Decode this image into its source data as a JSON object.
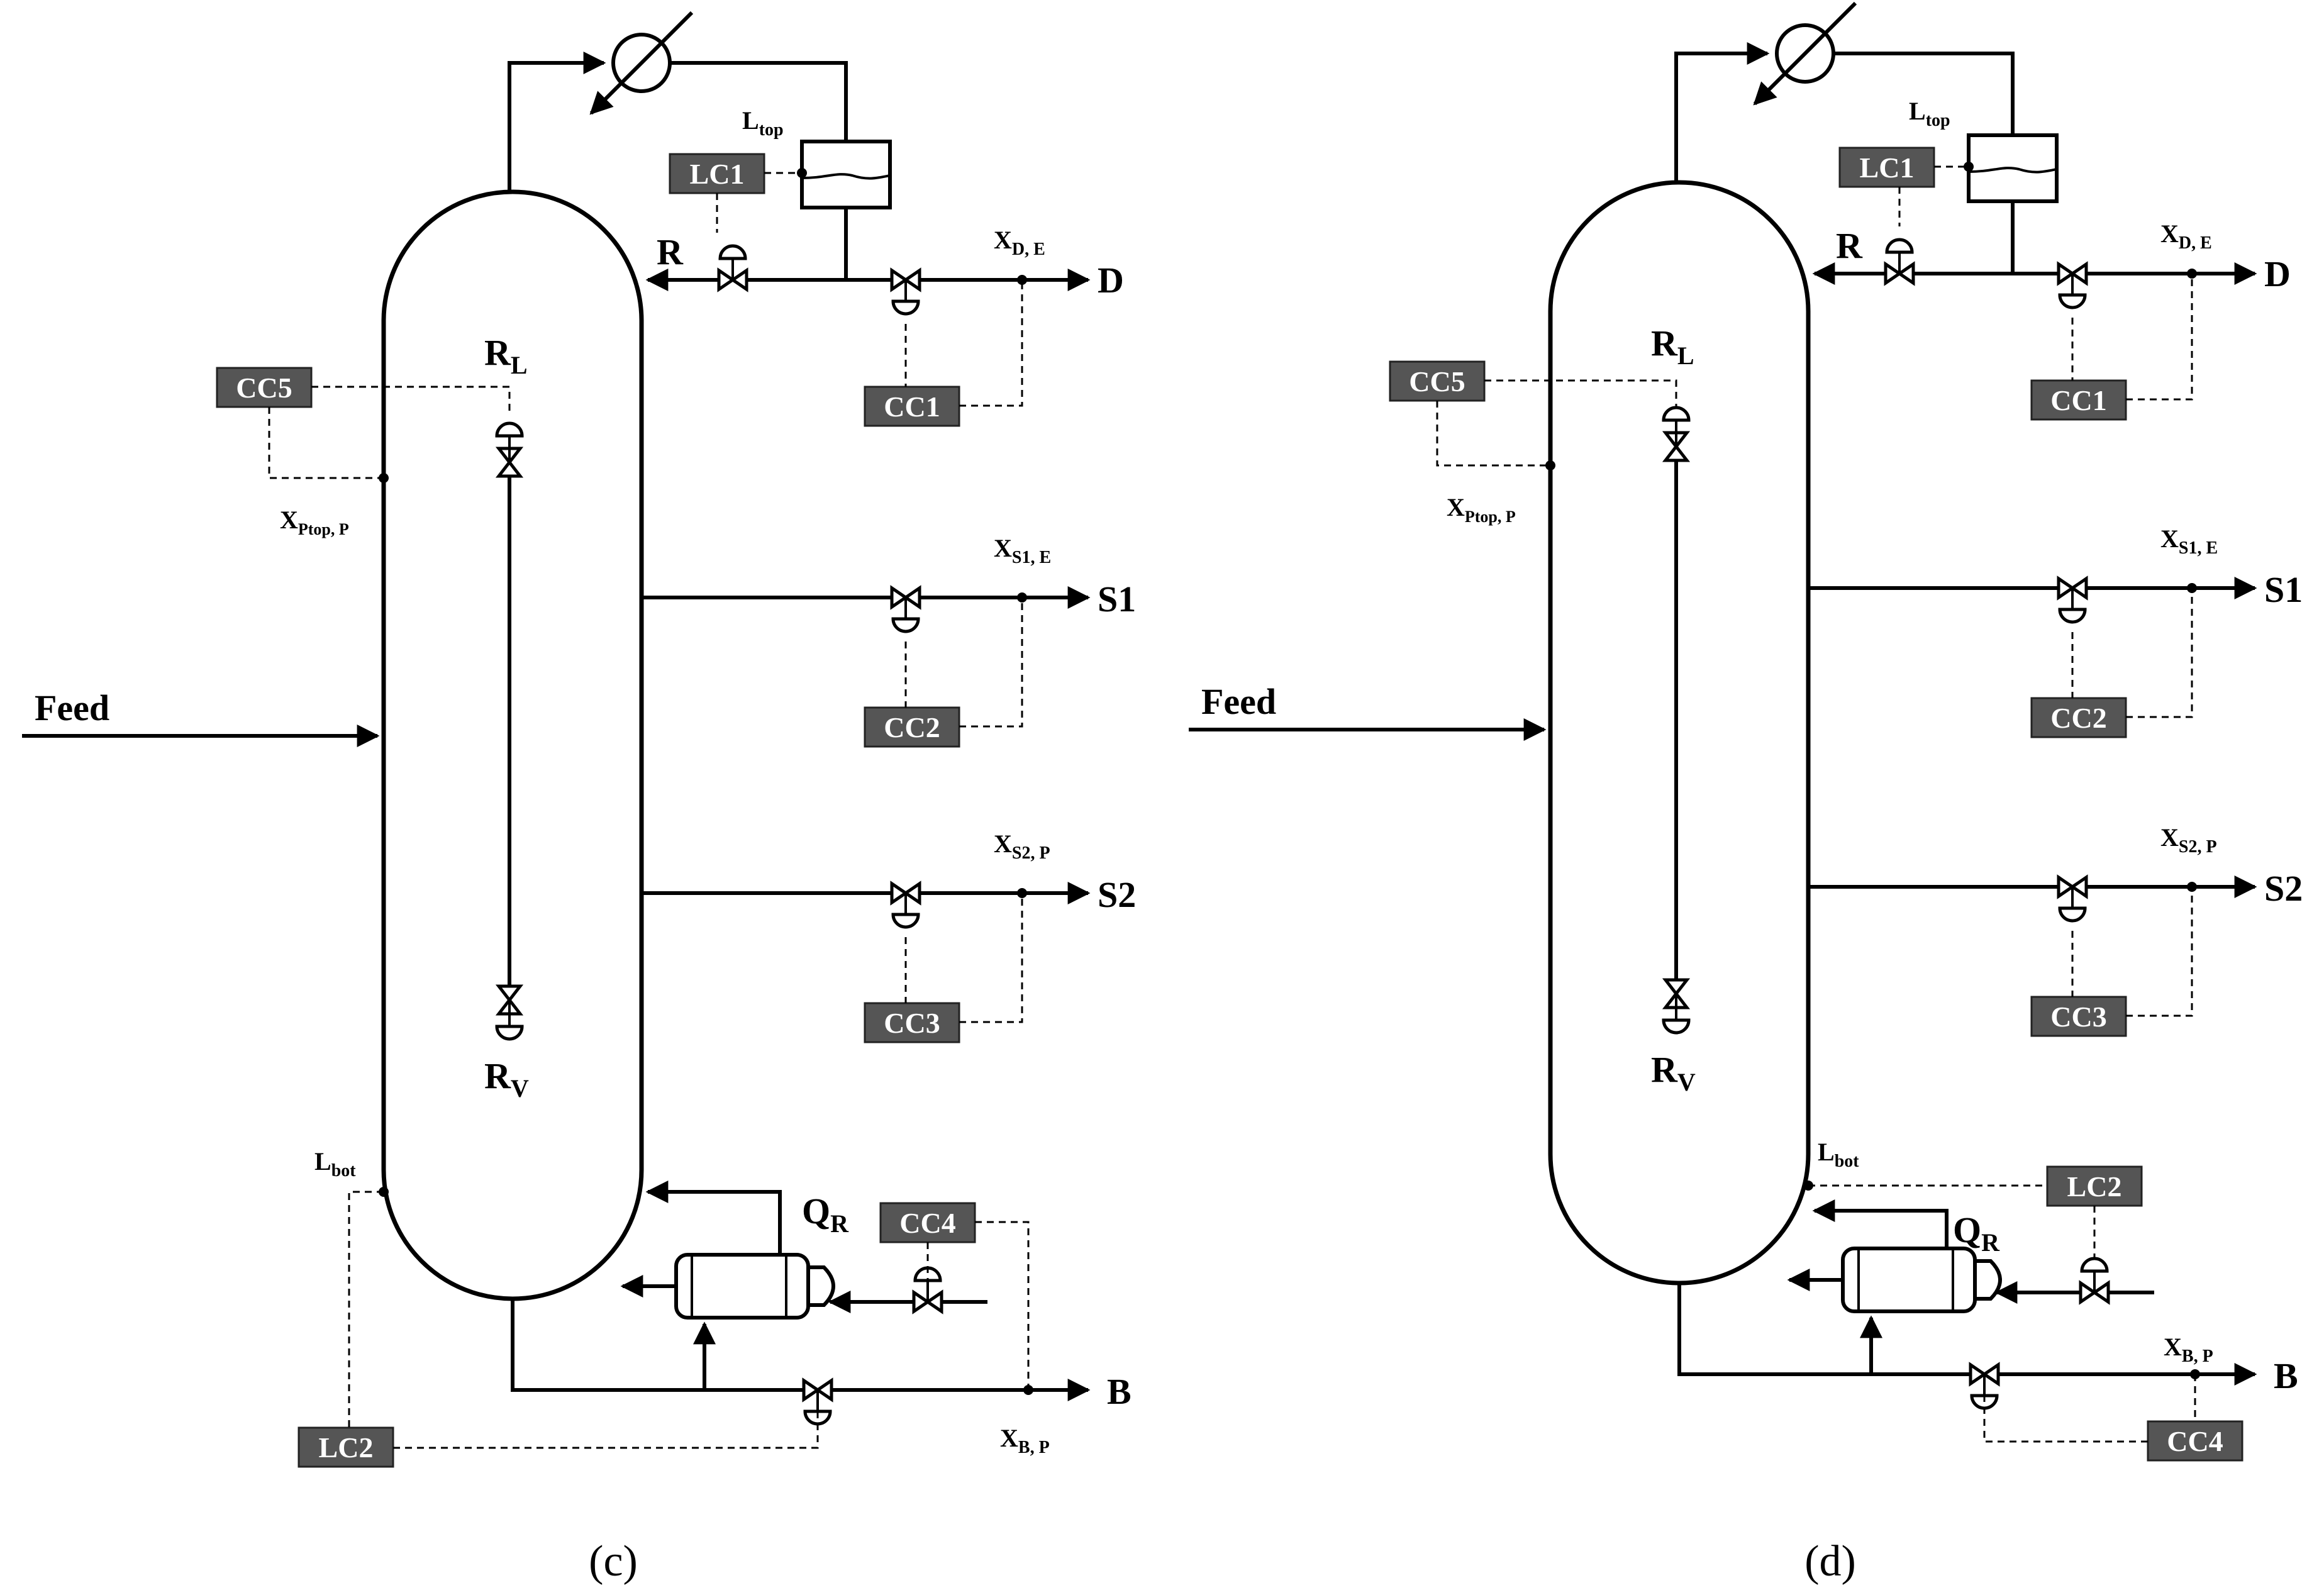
{
  "colors": {
    "controller_fill": "#555555",
    "controller_text": "#ffffff",
    "line": "#000000"
  },
  "panels": [
    {
      "id": "c",
      "caption": "(c)",
      "controllers": {
        "lc1": "LC1",
        "lc2": "LC2",
        "cc1": "CC1",
        "cc2": "CC2",
        "cc3": "CC3",
        "cc4": "CC4",
        "cc5": "CC5"
      },
      "streams": {
        "feed": "Feed",
        "reflux": "R",
        "distillate": "D",
        "side1": "S1",
        "side2": "S2",
        "bottoms": "B",
        "reboiler_duty": "Q",
        "reboiler_duty_sub": "R"
      },
      "measurements": {
        "xd": {
          "main": "X",
          "sub": "D, E"
        },
        "xs1": {
          "main": "X",
          "sub": "S1, E"
        },
        "xs2": {
          "main": "X",
          "sub": "S2, P"
        },
        "xb": {
          "main": "X",
          "sub": "B, P"
        },
        "xptop": {
          "main": "X",
          "sub": "Ptop, P"
        },
        "ltop": {
          "main": "L",
          "sub": "top"
        },
        "lbot": {
          "main": "L",
          "sub": "bot"
        }
      },
      "internal": {
        "rl_main": "R",
        "rl_sub": "L",
        "rv_main": "R",
        "rv_sub": "V"
      }
    },
    {
      "id": "d",
      "caption": "(d)",
      "controllers": {
        "lc1": "LC1",
        "lc2": "LC2",
        "cc1": "CC1",
        "cc2": "CC2",
        "cc3": "CC3",
        "cc4": "CC4",
        "cc5": "CC5"
      },
      "streams": {
        "feed": "Feed",
        "reflux": "R",
        "distillate": "D",
        "side1": "S1",
        "side2": "S2",
        "bottoms": "B",
        "reboiler_duty": "Q",
        "reboiler_duty_sub": "R"
      },
      "measurements": {
        "xd": {
          "main": "X",
          "sub": "D, E"
        },
        "xs1": {
          "main": "X",
          "sub": "S1, E"
        },
        "xs2": {
          "main": "X",
          "sub": "S2, P"
        },
        "xb": {
          "main": "X",
          "sub": "B, P"
        },
        "xptop": {
          "main": "X",
          "sub": "Ptop, P"
        },
        "ltop": {
          "main": "L",
          "sub": "top"
        },
        "lbot": {
          "main": "L",
          "sub": "bot"
        }
      },
      "internal": {
        "rl_main": "R",
        "rl_sub": "L",
        "rv_main": "R",
        "rv_sub": "V"
      }
    }
  ]
}
